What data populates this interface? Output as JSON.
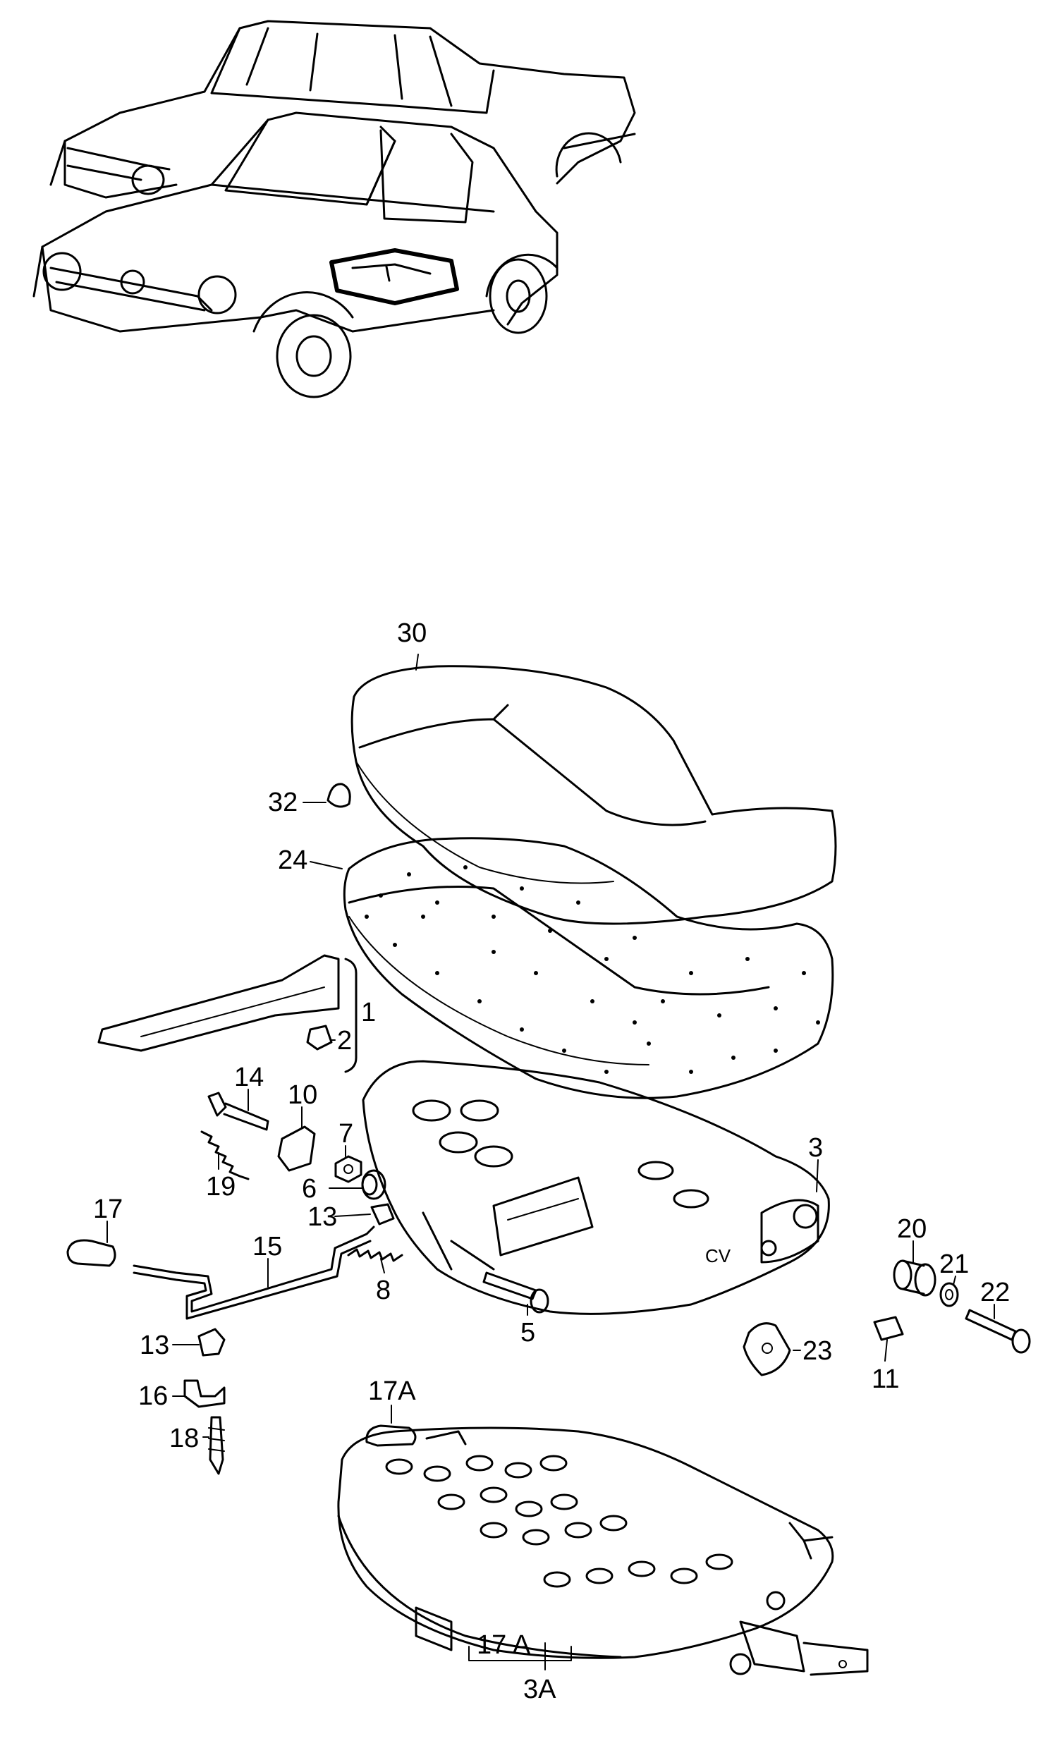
{
  "callouts": {
    "p30": "30",
    "p32": "32",
    "p24": "24",
    "p1": "1",
    "p2": "2",
    "p14": "14",
    "p10": "10",
    "p19": "19",
    "p7": "7",
    "p6": "6",
    "p17": "17",
    "p13a": "13",
    "p15": "15",
    "p8": "8",
    "p5": "5",
    "p3": "3",
    "p20": "20",
    "p21": "21",
    "p22": "22",
    "p13b": "13",
    "p23": "23",
    "p11": "11",
    "p16": "16",
    "p18": "18",
    "p17A_top": "17A",
    "p17A_bottom": "17 A",
    "p3A": "3A"
  }
}
